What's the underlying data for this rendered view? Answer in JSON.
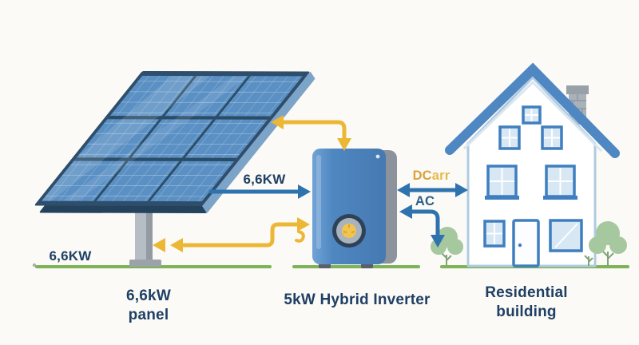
{
  "scene": {
    "background": "#FBFAF7",
    "ground_label": "6,6KW"
  },
  "components": {
    "panel": {
      "caption_line1": "6,6kW",
      "caption_line2": "panel"
    },
    "inverter": {
      "caption": "5kW Hybrid Inverter"
    },
    "building": {
      "caption_line1": "Residential",
      "caption_line2": "building"
    }
  },
  "connections": {
    "panel_to_inverter": {
      "label": "6,6KW",
      "color": "#2E73AE",
      "arrows": "single-right"
    },
    "inverter_building_dc": {
      "label_prefix": "DC",
      "label_suffix": "arr",
      "label_colors": [
        "#D9A43B",
        "#E6BA4A"
      ],
      "arrows": "double-headed"
    },
    "building_to_inverter_ac": {
      "label": "AC",
      "color": "#2E73AE",
      "arrows": "elbow-left-then-down"
    },
    "inverter_to_panel_top": {
      "color": "#ECB735",
      "arrows": "double-headed-elbow"
    },
    "inverter_to_panel_bottom": {
      "color": "#ECB735",
      "arrows": "double-headed-elbow"
    }
  },
  "colors": {
    "arrow_blue": "#2E73AE",
    "arrow_yellow": "#ECB735",
    "label_navy": "#1F3F63",
    "ground_green": "#7DB356",
    "house_blue": "#4E87C2",
    "panel_cell_blue": "#5B90C4",
    "inverter_blue": "#4A82BC"
  },
  "icons": {
    "solar_panel": "solar-panel-illustration",
    "inverter": "inverter-illustration",
    "house": "house-illustration",
    "bushes": "bush-illustration"
  }
}
